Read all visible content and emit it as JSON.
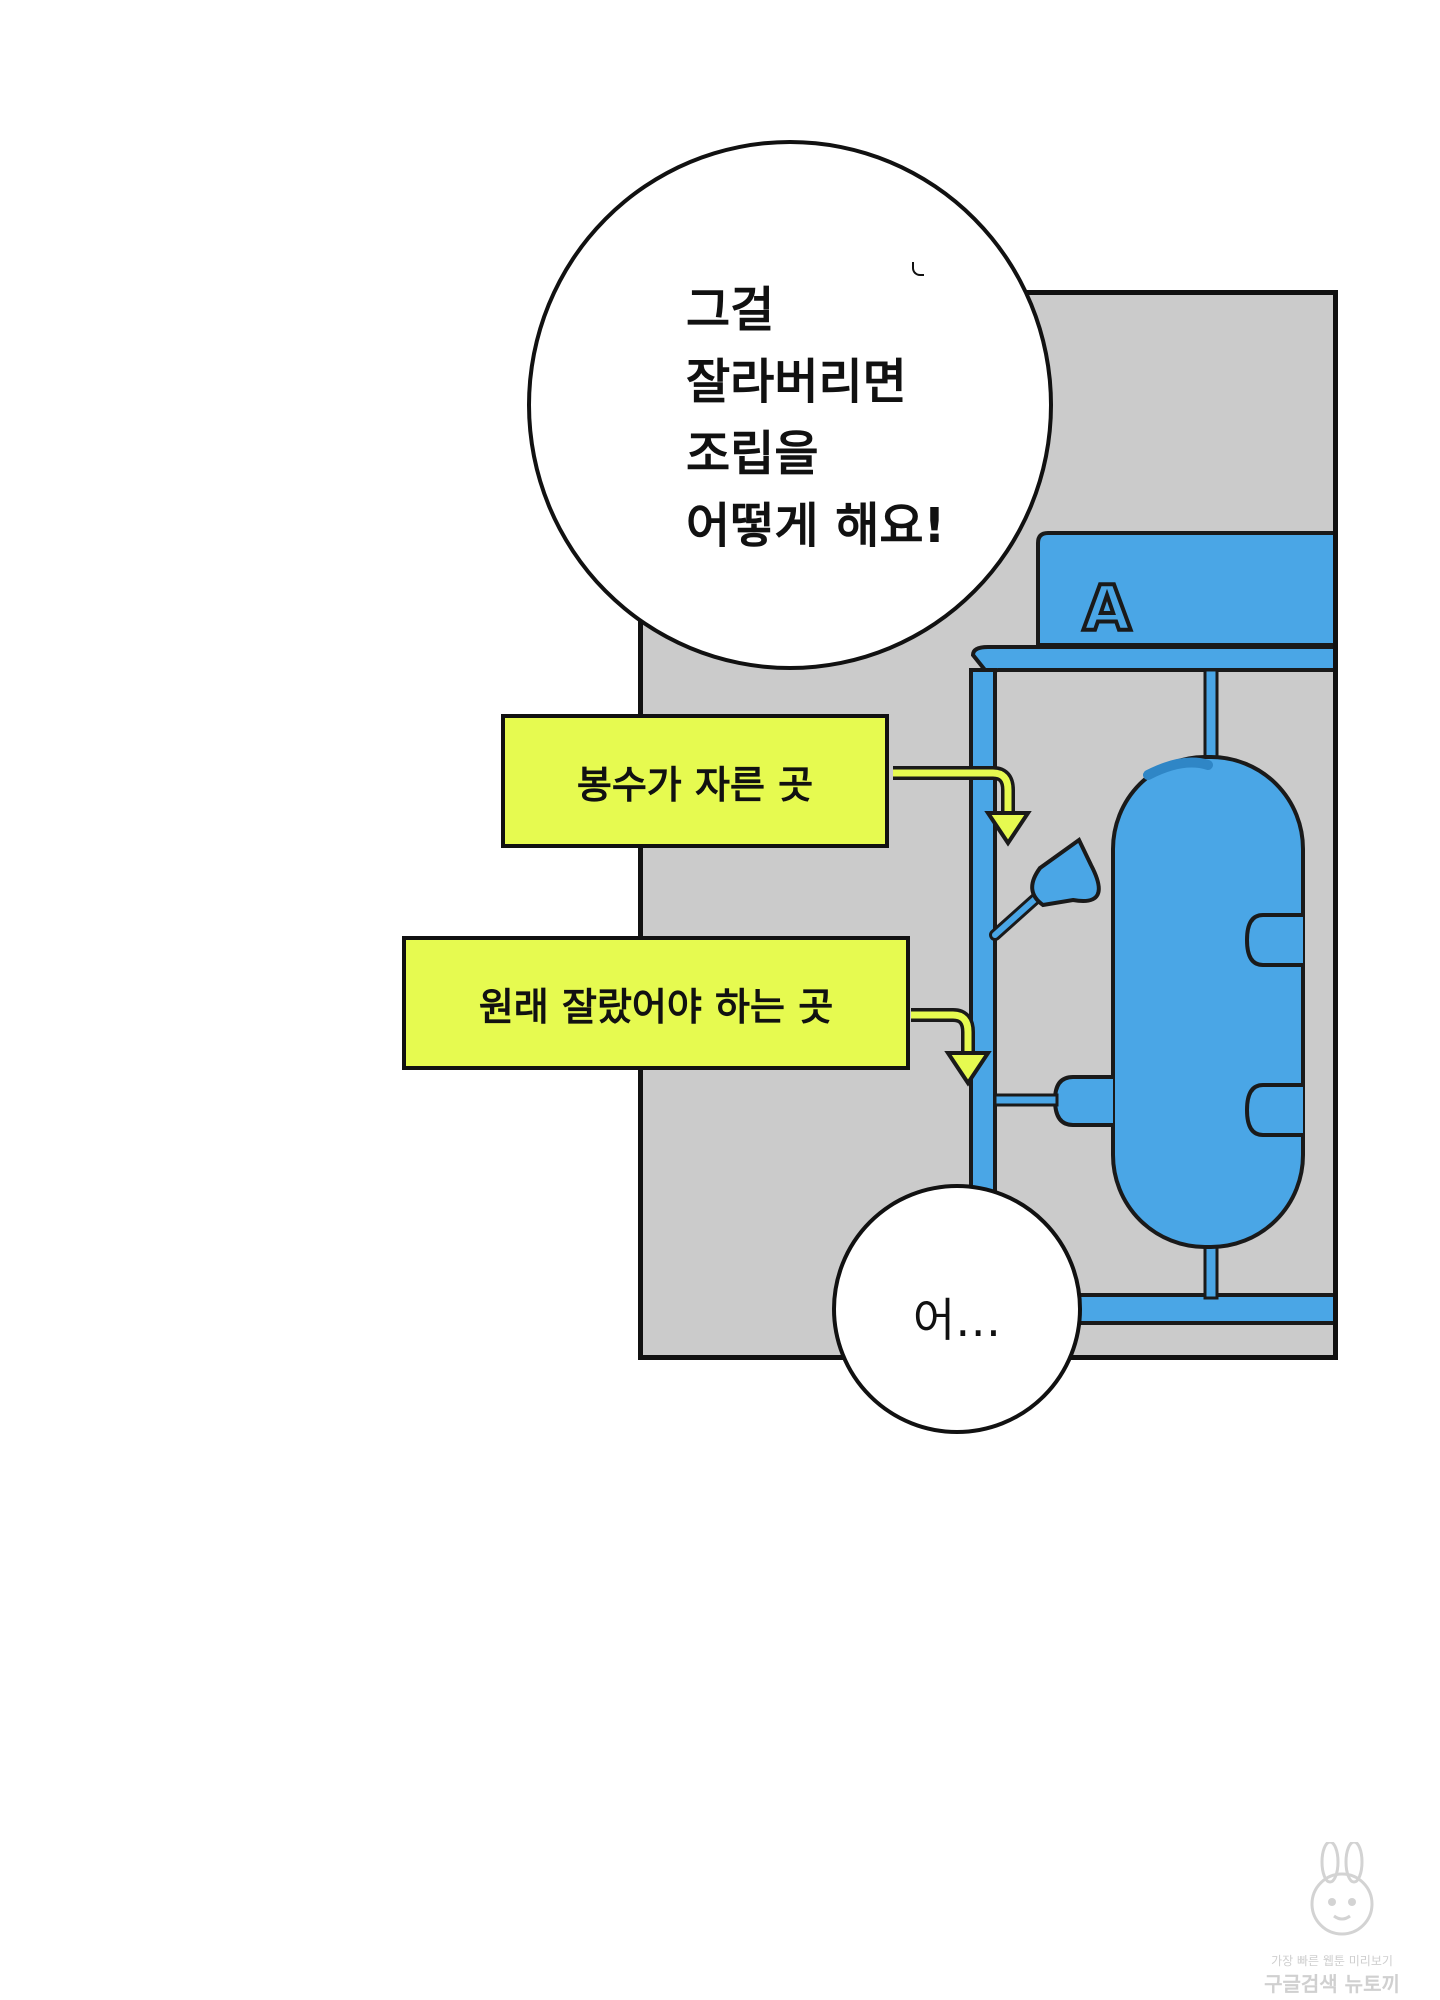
{
  "speech_bubble": {
    "lines": [
      "그걸",
      "잘라버리면",
      "조립을",
      "어떻게 해요!"
    ]
  },
  "reply_bubble": {
    "text": "어…"
  },
  "labels": {
    "cut_by_bongsu": "봉수가 자른 곳",
    "should_have_cut": "원래 잘랐어야 하는 곳"
  },
  "runner": {
    "letter": "A",
    "color": "#4aa6e6"
  },
  "colors": {
    "panel_bg": "#cbcbcb",
    "label_bg": "#e6fa50"
  },
  "watermark": {
    "top_text": "가장 빠른 웹툰 미리보기",
    "bottom_text": "구글검색 뉴토끼"
  }
}
